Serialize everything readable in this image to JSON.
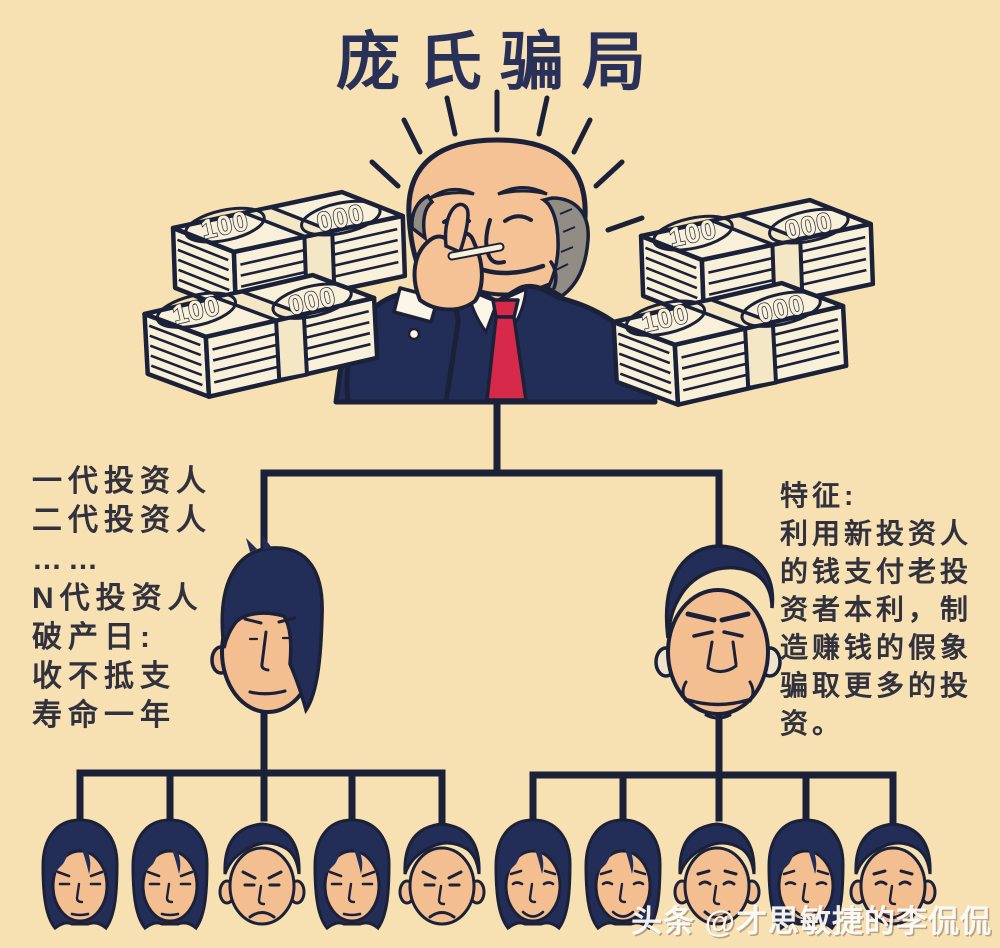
{
  "title": "庞氏骗局",
  "left_note": {
    "lines": [
      "一代投资人",
      "二代投资人",
      "……",
      "N代投资人",
      "破产日:",
      "收不抵支",
      "寿命一年"
    ]
  },
  "right_note": {
    "lines": [
      "特征:",
      "利用新投资人",
      "的钱支付老投",
      "资者本利，制",
      "造赚钱的假象",
      "骗取更多的投",
      "资。"
    ]
  },
  "money": {
    "left_label": "100",
    "right_label": "000"
  },
  "watermark": "头条 @才思敏捷的李侃侃",
  "tree": {
    "level1_count": 1,
    "level2_count": 2,
    "level3_left_count": 5,
    "level3_right_count": 5
  },
  "colors": {
    "background": "#F7E0B2",
    "ink_outline": "#1B2138",
    "navy_hair_suit": "#232E58",
    "skin": "#F3BE90",
    "tie_red": "#D7294A",
    "bill_cream": "#F8F0D9",
    "hair_gray": "#918D85",
    "note_text": "#31323E",
    "title_text": "#2A3158",
    "watermark_text": "#FFFFFF"
  }
}
